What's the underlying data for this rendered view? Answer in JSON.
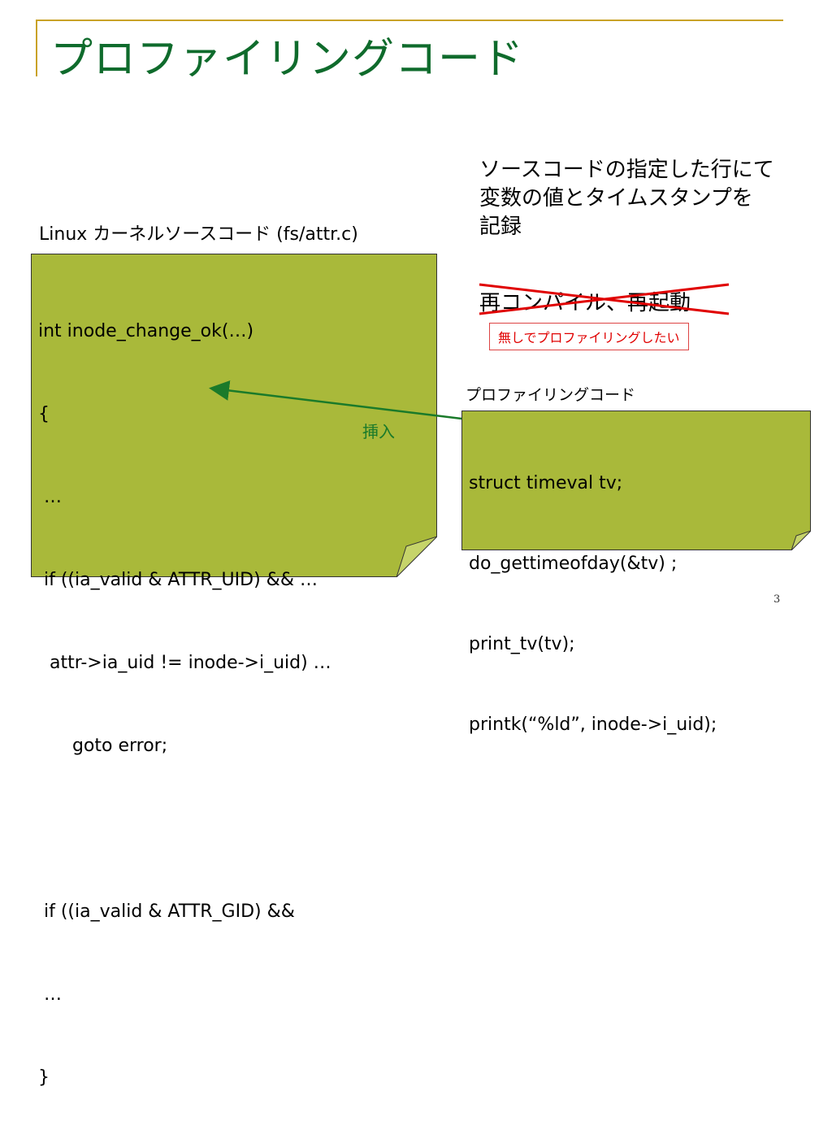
{
  "title": "プロファイリングコード",
  "left_caption": "Linux カーネルソースコード (fs/attr.c)",
  "code_left": [
    "int inode_change_ok(…)",
    "{",
    " …",
    " if ((ia_valid & ATTR_UID) && …",
    "  attr->ia_uid != inode->i_uid) …",
    "      goto error;",
    "",
    " if ((ia_valid & ATTR_GID) &&",
    " …",
    "}"
  ],
  "description": [
    "ソースコードの指定した行にて",
    "変数の値とタイムスタンプを",
    "記録"
  ],
  "struck_text": "再コンパイル、再起動",
  "red_note": "無しでプロファイリングしたい",
  "right_caption": "プロファイリングコード",
  "insert_label": "挿入",
  "code_right": [
    "struct timeval tv;",
    "do_gettimeofday(&tv) ;",
    "print_tv(tv);",
    "printk(“%ld”, inode->i_uid);"
  ],
  "page_number": "3",
  "colors": {
    "title": "#0f6b2c",
    "note": "#a9b93a",
    "accent_line": "#c9a227",
    "red": "#e00000",
    "arrow": "#1a7a2a"
  }
}
